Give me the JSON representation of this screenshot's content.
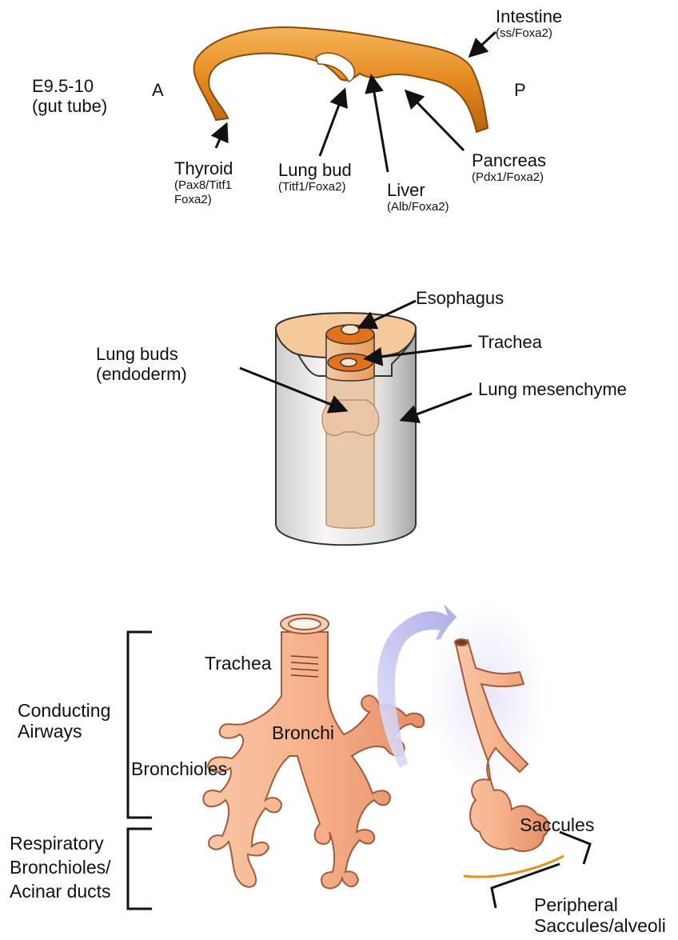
{
  "section1": {
    "stage_line1": "E9.5-10",
    "stage_line2": "(gut tube)",
    "anterior": "A",
    "posterior": "P",
    "intestine": {
      "name": "Intestine",
      "markers": "(ss/Foxa2)"
    },
    "thyroid": {
      "name": "Thyroid",
      "markers_line1": "(Pax8/Titf1",
      "markers_line2": "Foxa2)"
    },
    "lung_bud": {
      "name": "Lung bud",
      "markers": "(Titf1/Foxa2)"
    },
    "liver": {
      "name": "Liver",
      "markers": "(Alb/Foxa2)"
    },
    "pancreas": {
      "name": "Pancreas",
      "markers": "(Pdx1/Foxa2)"
    }
  },
  "section2": {
    "esophagus": "Esophagus",
    "trachea": "Trachea",
    "lung_buds_line1": "Lung buds",
    "lung_buds_line2": "(endoderm)",
    "mesenchyme": "Lung mesenchyme"
  },
  "section3": {
    "trachea": "Trachea",
    "bronchi": "Bronchi",
    "bronchioles": "Bronchioles",
    "saccules": "Saccules",
    "conducting_line1": "Conducting",
    "conducting_line2": "Airways",
    "respiratory_line1": "Respiratory",
    "respiratory_line2": "Bronchioles/",
    "respiratory_line3": "Acinar ducts",
    "peripheral_line1": "Peripheral",
    "peripheral_line2": "Saccules/alveoli"
  },
  "colors": {
    "gut": "#e58a1f",
    "gut_dark": "#8a4a0a",
    "cylinder": "#e8e6e4",
    "cylinder_top": "#f6c99a",
    "endoderm": "#e9c4a4",
    "lung": "#f6b48e",
    "lung_dark": "#a35a3c",
    "arrow_blue": "#b3b3ea",
    "orange_line": "#e8901e"
  }
}
